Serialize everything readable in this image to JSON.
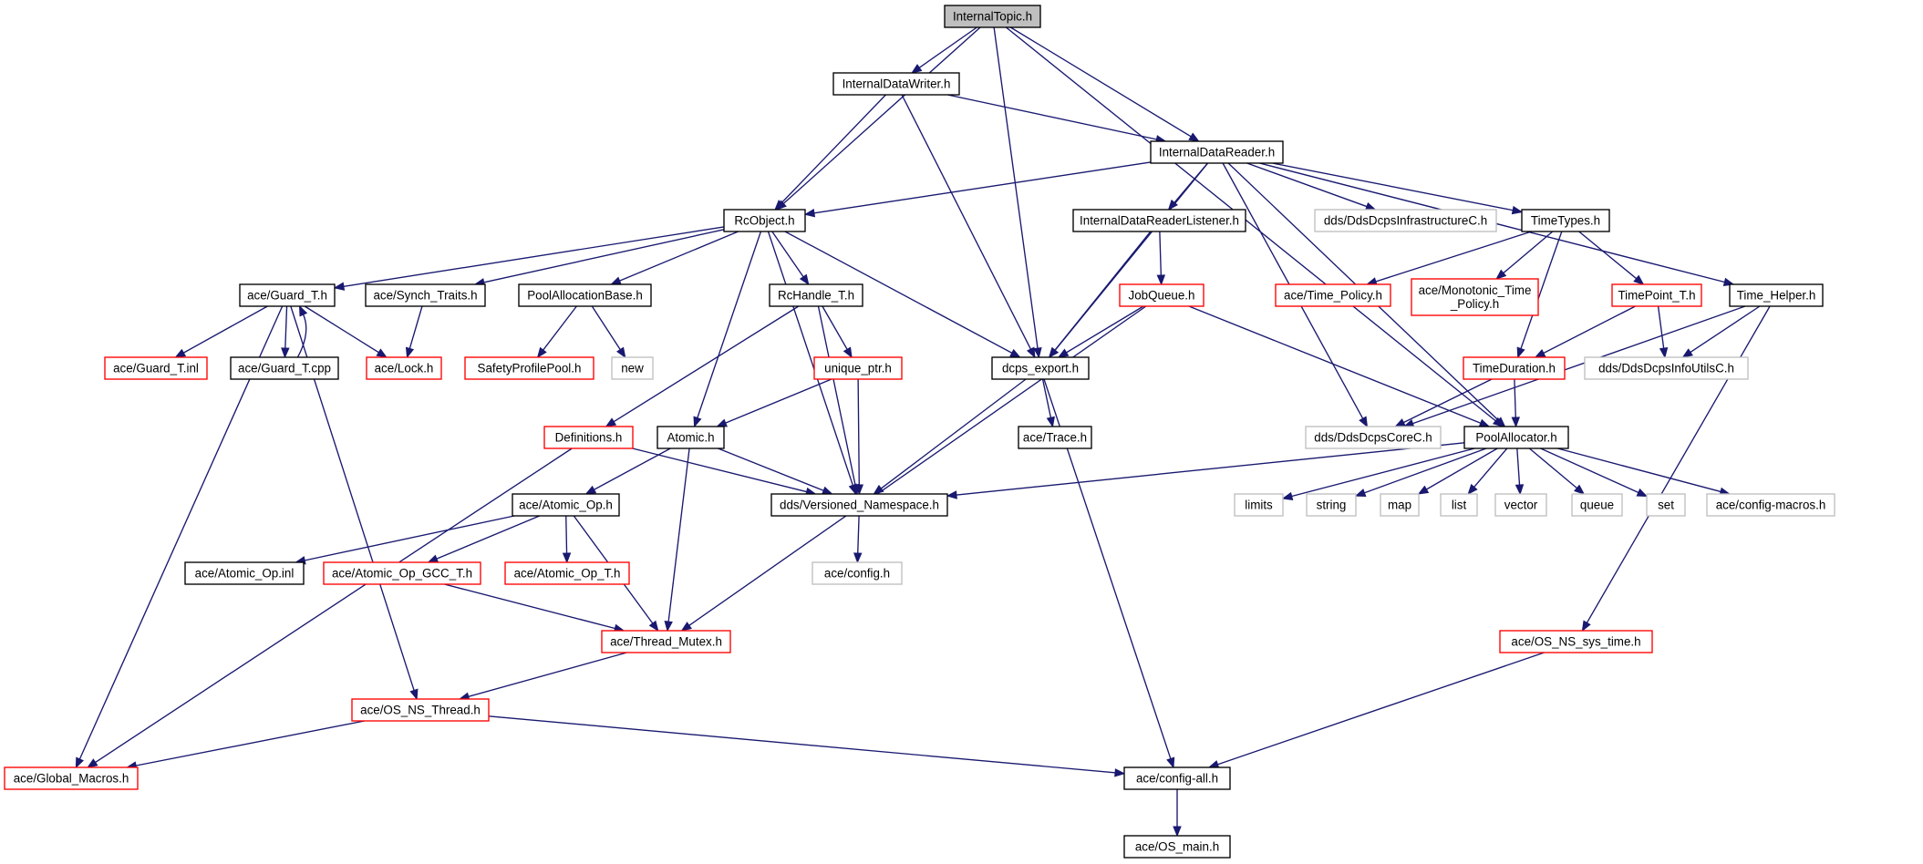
{
  "title": "InternalTopic.h",
  "colors": {
    "edge": "#191970",
    "border_normal": "#000000",
    "border_incomplete": "#ff0000",
    "border_external": "#bfbfbf",
    "root_fill": "#bfbfbf",
    "fill": "#ffffff"
  },
  "nodes": [
    {
      "id": "internaltopic",
      "label": "InternalTopic.h",
      "style": "root"
    },
    {
      "id": "internaldatawriter",
      "label": "InternalDataWriter.h",
      "style": "normal"
    },
    {
      "id": "internaldatareader",
      "label": "InternalDataReader.h",
      "style": "normal"
    },
    {
      "id": "rcobject",
      "label": "RcObject.h",
      "style": "normal"
    },
    {
      "id": "internaldatareaderlistener",
      "label": "InternalDataReaderListener.h",
      "style": "normal"
    },
    {
      "id": "dcpsinfrastructurec",
      "label": "dds/DdsDcpsInfrastructureC.h",
      "style": "external"
    },
    {
      "id": "timetypes",
      "label": "TimeTypes.h",
      "style": "normal"
    },
    {
      "id": "guardt",
      "label": "ace/Guard_T.h",
      "style": "normal"
    },
    {
      "id": "synchtraits",
      "label": "ace/Synch_Traits.h",
      "style": "normal"
    },
    {
      "id": "poolallocationbase",
      "label": "PoolAllocationBase.h",
      "style": "normal"
    },
    {
      "id": "rchandlet",
      "label": "RcHandle_T.h",
      "style": "normal"
    },
    {
      "id": "jobqueue",
      "label": "JobQueue.h",
      "style": "incomplete"
    },
    {
      "id": "timepolicy",
      "label": "ace/Time_Policy.h",
      "style": "incomplete"
    },
    {
      "id": "monotonictime",
      "label": "ace/Monotonic_Time\n_Policy.h",
      "style": "incomplete"
    },
    {
      "id": "timepointt",
      "label": "TimePoint_T.h",
      "style": "incomplete"
    },
    {
      "id": "timehelper",
      "label": "Time_Helper.h",
      "style": "normal"
    },
    {
      "id": "guardtinl",
      "label": "ace/Guard_T.inl",
      "style": "incomplete"
    },
    {
      "id": "guardtcpp",
      "label": "ace/Guard_T.cpp",
      "style": "normal"
    },
    {
      "id": "acelock",
      "label": "ace/Lock.h",
      "style": "incomplete"
    },
    {
      "id": "safetyprofilepool",
      "label": "SafetyProfilePool.h",
      "style": "incomplete"
    },
    {
      "id": "new",
      "label": "new",
      "style": "external"
    },
    {
      "id": "uniqueptr",
      "label": "unique_ptr.h",
      "style": "incomplete"
    },
    {
      "id": "dcpsexport",
      "label": "dcps_export.h",
      "style": "normal"
    },
    {
      "id": "timeduration",
      "label": "TimeDuration.h",
      "style": "incomplete"
    },
    {
      "id": "dcpsinfoutilsc",
      "label": "dds/DdsDcpsInfoUtilsC.h",
      "style": "external"
    },
    {
      "id": "definitions",
      "label": "Definitions.h",
      "style": "incomplete"
    },
    {
      "id": "atomic",
      "label": "Atomic.h",
      "style": "normal"
    },
    {
      "id": "trace",
      "label": "ace/Trace.h",
      "style": "normal"
    },
    {
      "id": "dcpscorec",
      "label": "dds/DdsDcpsCoreC.h",
      "style": "external"
    },
    {
      "id": "poolallocator",
      "label": "PoolAllocator.h",
      "style": "normal"
    },
    {
      "id": "atomicop",
      "label": "ace/Atomic_Op.h",
      "style": "normal"
    },
    {
      "id": "versionednamespace",
      "label": "dds/Versioned_Namespace.h",
      "style": "normal"
    },
    {
      "id": "limits",
      "label": "limits",
      "style": "external"
    },
    {
      "id": "string",
      "label": "string",
      "style": "external"
    },
    {
      "id": "map",
      "label": "map",
      "style": "external"
    },
    {
      "id": "list",
      "label": "list",
      "style": "external"
    },
    {
      "id": "vector",
      "label": "vector",
      "style": "external"
    },
    {
      "id": "queue",
      "label": "queue",
      "style": "external"
    },
    {
      "id": "set",
      "label": "set",
      "style": "external"
    },
    {
      "id": "configmacros",
      "label": "ace/config-macros.h",
      "style": "external"
    },
    {
      "id": "atomicopinl",
      "label": "ace/Atomic_Op.inl",
      "style": "normal"
    },
    {
      "id": "atomicopgcct",
      "label": "ace/Atomic_Op_GCC_T.h",
      "style": "incomplete"
    },
    {
      "id": "atomicopt",
      "label": "ace/Atomic_Op_T.h",
      "style": "incomplete"
    },
    {
      "id": "aceconfig",
      "label": "ace/config.h",
      "style": "external"
    },
    {
      "id": "threadmutex",
      "label": "ace/Thread_Mutex.h",
      "style": "incomplete"
    },
    {
      "id": "osnssystime",
      "label": "ace/OS_NS_sys_time.h",
      "style": "incomplete"
    },
    {
      "id": "osnsthread",
      "label": "ace/OS_NS_Thread.h",
      "style": "incomplete"
    },
    {
      "id": "globalmacros",
      "label": "ace/Global_Macros.h",
      "style": "incomplete"
    },
    {
      "id": "configall",
      "label": "ace/config-all.h",
      "style": "normal"
    },
    {
      "id": "osmain",
      "label": "ace/OS_main.h",
      "style": "normal"
    }
  ],
  "edges": [
    [
      "internaltopic",
      "internaldatawriter"
    ],
    [
      "internaltopic",
      "rcobject"
    ],
    [
      "internaltopic",
      "dcpsexport"
    ],
    [
      "internaltopic",
      "internaldatareader"
    ],
    [
      "internaltopic",
      "poolallocator"
    ],
    [
      "internaldatawriter",
      "rcobject"
    ],
    [
      "internaldatawriter",
      "dcpsexport"
    ],
    [
      "internaldatawriter",
      "internaldatareader"
    ],
    [
      "internaldatareader",
      "rcobject"
    ],
    [
      "internaldatareader",
      "dcpsexport"
    ],
    [
      "internaldatareader",
      "internaldatareaderlistener"
    ],
    [
      "internaldatareader",
      "dcpsinfrastructurec"
    ],
    [
      "internaldatareader",
      "timetypes"
    ],
    [
      "internaldatareader",
      "dcpscorec"
    ],
    [
      "internaldatareader",
      "timehelper"
    ],
    [
      "internaldatareader",
      "poolallocator"
    ],
    [
      "rcobject",
      "guardt"
    ],
    [
      "rcobject",
      "synchtraits"
    ],
    [
      "rcobject",
      "poolallocationbase"
    ],
    [
      "rcobject",
      "rchandlet"
    ],
    [
      "rcobject",
      "atomic"
    ],
    [
      "rcobject",
      "versionednamespace"
    ],
    [
      "rcobject",
      "dcpsexport"
    ],
    [
      "internaldatareaderlistener",
      "jobqueue"
    ],
    [
      "internaldatareaderlistener",
      "dcpsexport"
    ],
    [
      "timetypes",
      "timepolicy"
    ],
    [
      "timetypes",
      "monotonictime"
    ],
    [
      "timetypes",
      "timepointt"
    ],
    [
      "timetypes",
      "timeduration"
    ],
    [
      "guardt",
      "guardtinl"
    ],
    [
      "guardt",
      "guardtcpp"
    ],
    [
      "guardt",
      "acelock"
    ],
    [
      "guardt",
      "osnsthread"
    ],
    [
      "guardt",
      "globalmacros"
    ],
    [
      "guardtcpp",
      "guardt"
    ],
    [
      "synchtraits",
      "acelock"
    ],
    [
      "poolallocationbase",
      "safetyprofilepool"
    ],
    [
      "poolallocationbase",
      "new"
    ],
    [
      "rchandlet",
      "uniqueptr"
    ],
    [
      "rchandlet",
      "definitions"
    ],
    [
      "rchandlet",
      "versionednamespace"
    ],
    [
      "jobqueue",
      "dcpsexport"
    ],
    [
      "jobqueue",
      "poolallocator"
    ],
    [
      "jobqueue",
      "threadmutex"
    ],
    [
      "timepointt",
      "timeduration"
    ],
    [
      "timepointt",
      "dcpsinfoutilsc"
    ],
    [
      "timehelper",
      "dcpsinfoutilsc"
    ],
    [
      "timehelper",
      "dcpscorec"
    ],
    [
      "timehelper",
      "osnssystime"
    ],
    [
      "uniqueptr",
      "atomic"
    ],
    [
      "uniqueptr",
      "versionednamespace"
    ],
    [
      "dcpsexport",
      "trace"
    ],
    [
      "dcpsexport",
      "versionednamespace"
    ],
    [
      "dcpsexport",
      "configall"
    ],
    [
      "timeduration",
      "dcpscorec"
    ],
    [
      "timeduration",
      "poolallocator"
    ],
    [
      "definitions",
      "versionednamespace"
    ],
    [
      "definitions",
      "globalmacros"
    ],
    [
      "atomic",
      "atomicop"
    ],
    [
      "atomic",
      "versionednamespace"
    ],
    [
      "atomic",
      "threadmutex"
    ],
    [
      "poolallocator",
      "versionednamespace"
    ],
    [
      "poolallocator",
      "limits"
    ],
    [
      "poolallocator",
      "string"
    ],
    [
      "poolallocator",
      "map"
    ],
    [
      "poolallocator",
      "list"
    ],
    [
      "poolallocator",
      "vector"
    ],
    [
      "poolallocator",
      "queue"
    ],
    [
      "poolallocator",
      "set"
    ],
    [
      "poolallocator",
      "configmacros"
    ],
    [
      "atomicop",
      "atomicopinl"
    ],
    [
      "atomicop",
      "atomicopgcct"
    ],
    [
      "atomicop",
      "atomicopt"
    ],
    [
      "atomicop",
      "threadmutex"
    ],
    [
      "versionednamespace",
      "aceconfig"
    ],
    [
      "atomicopgcct",
      "threadmutex"
    ],
    [
      "threadmutex",
      "osnsthread"
    ],
    [
      "osnssystime",
      "configall"
    ],
    [
      "osnsthread",
      "globalmacros"
    ],
    [
      "osnsthread",
      "configall"
    ],
    [
      "configall",
      "osmain"
    ]
  ]
}
